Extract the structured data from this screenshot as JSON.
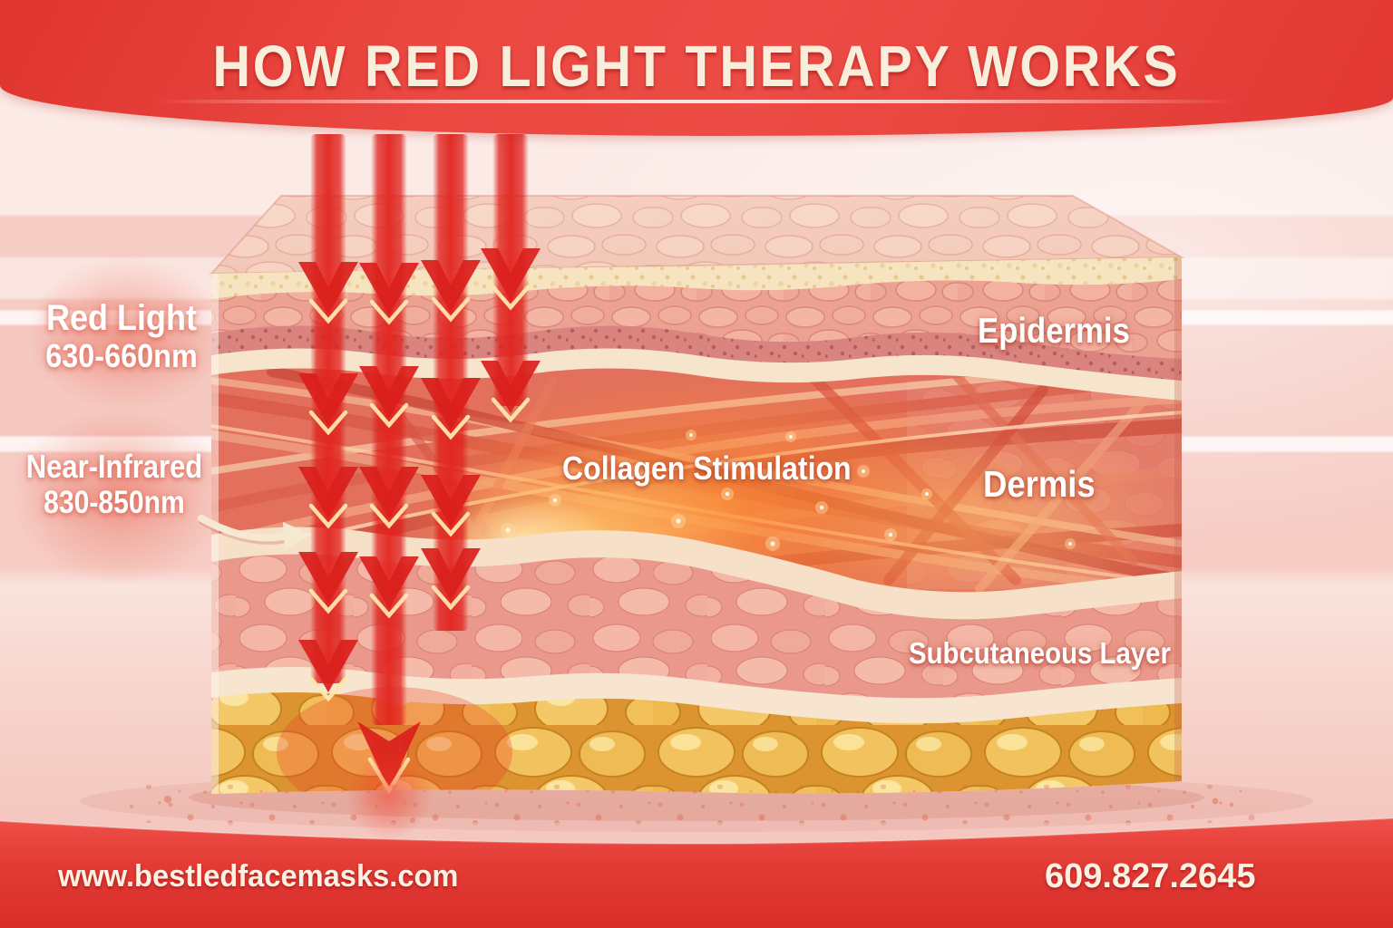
{
  "title": "HOW RED LIGHT THERAPY WORKS",
  "light_sources": [
    {
      "id": "red_light",
      "name": "Red Light",
      "wavelength": "630-660nm"
    },
    {
      "id": "near_infrared",
      "name": "Near-Infrared",
      "wavelength": "830-850nm"
    }
  ],
  "skin_layers": [
    {
      "id": "epidermis",
      "label": "Epidermis"
    },
    {
      "id": "dermis",
      "label": "Dermis"
    },
    {
      "id": "subcutaneous",
      "label": "Subcutaneous Layer"
    }
  ],
  "annotations": [
    {
      "id": "collagen_stimulation",
      "label": "Collagen Stimulation"
    }
  ],
  "footer": {
    "website": "www.bestledfacemasks.com",
    "phone": "609.827.2645"
  },
  "colors": {
    "header_red": "#e6403a",
    "footer_red": "#e23a34",
    "arrow_red": "#da201c",
    "cream_band": "#f6e0c8",
    "fat_yellow": "#f2c25e",
    "glow_orange": "#ff8f2e",
    "label_white": "#ffffff",
    "background_pink": "#f9ddd6"
  }
}
